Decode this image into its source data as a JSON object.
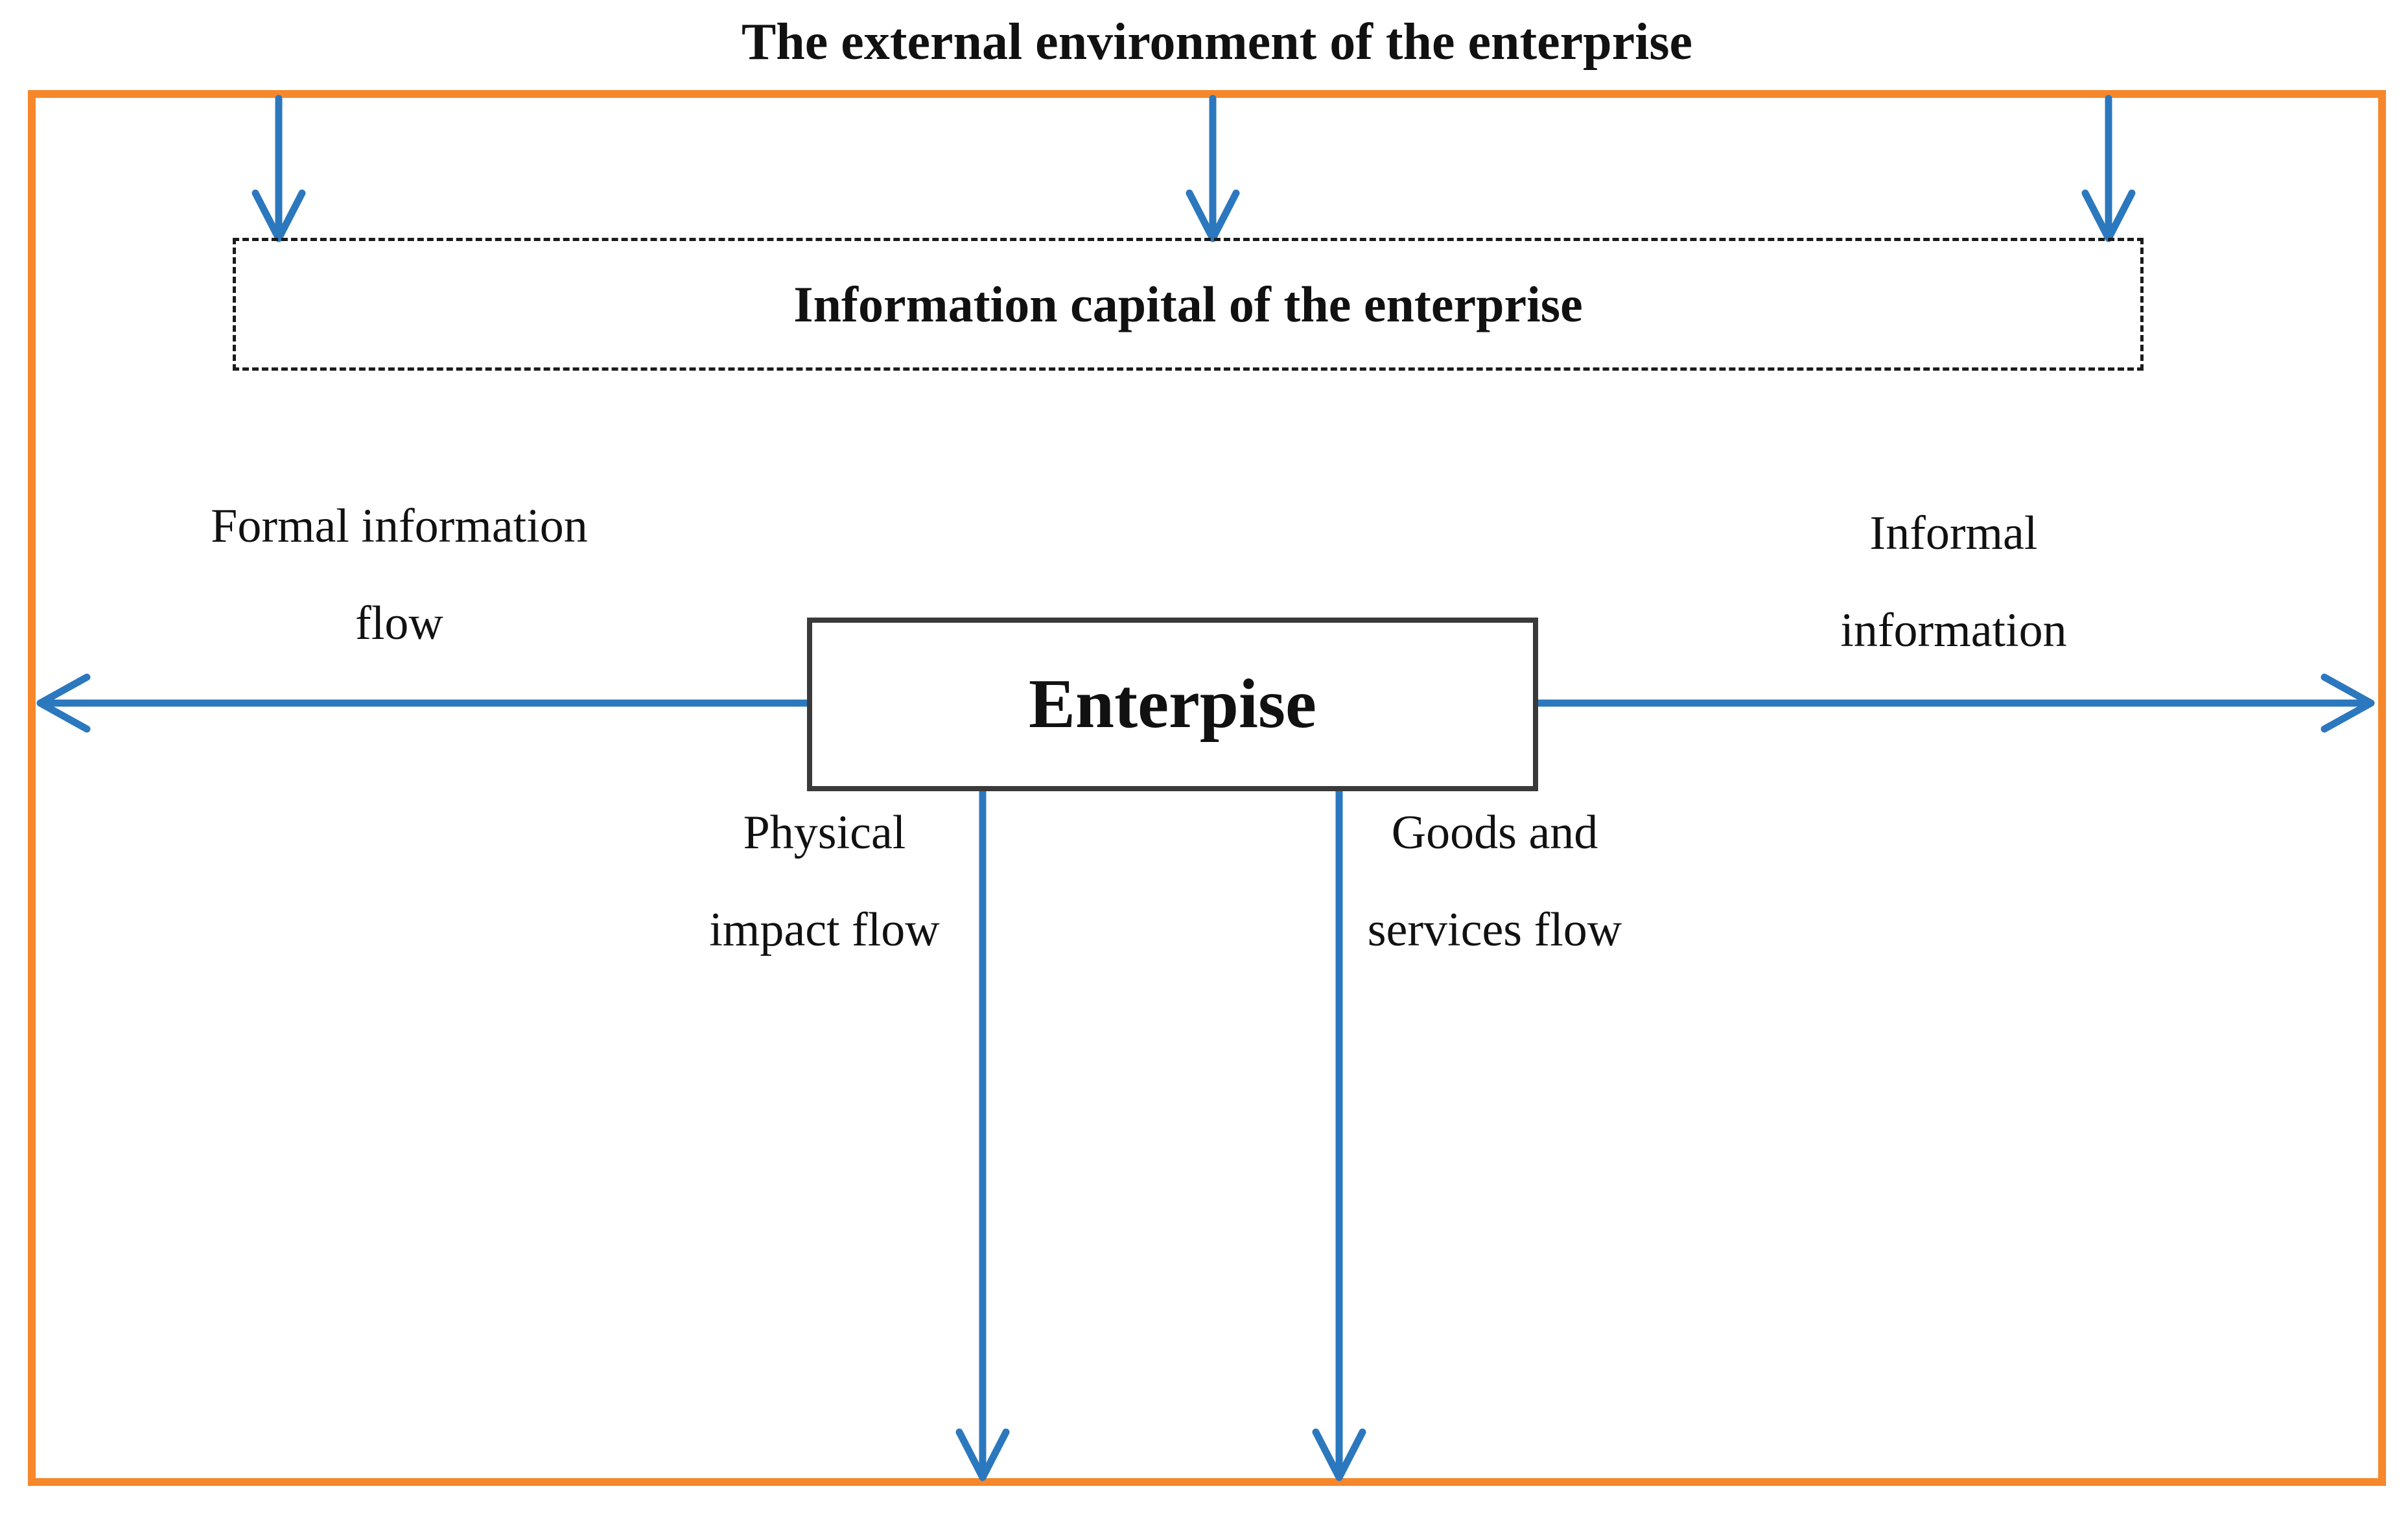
{
  "title": "The external environment of the enterprise",
  "info_capital_box": {
    "label": "Information capital of the enterprise"
  },
  "enterprise_box": {
    "label": "Enterpise"
  },
  "flows": {
    "formal": {
      "line1": "Formal information",
      "line2": "flow"
    },
    "informal": {
      "line1": "Informal",
      "line2": "information"
    },
    "physical": {
      "line1": "Physical",
      "line2": "impact flow"
    },
    "goods": {
      "line1": "Goods and",
      "line2": "services flow"
    }
  },
  "colors": {
    "arrow-blue": "#2B78BE",
    "border-orange": "#F6872B",
    "box-border-dark": "#3A3A3A",
    "dashed-border": "#1C1C1C",
    "text": "#111111"
  }
}
